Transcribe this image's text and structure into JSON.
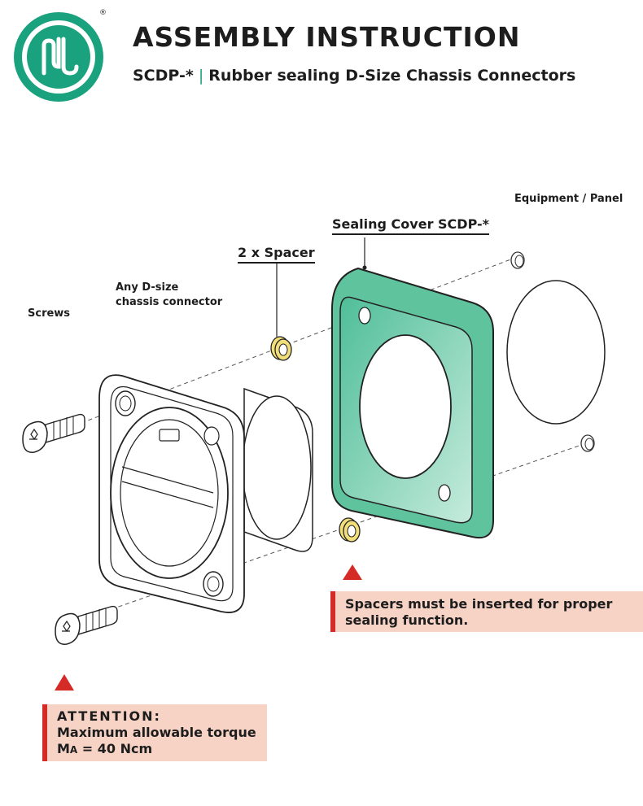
{
  "header": {
    "title": "ASSEMBLY INSTRUCTION",
    "model": "SCDP-*",
    "separator": "|",
    "product": "Rubber sealing D-Size Chassis Connectors"
  },
  "labels": {
    "equipment_panel": "Equipment / Panel",
    "sealing_cover": "Sealing Cover SCDP-*",
    "spacer": "2 x Spacer",
    "connector_line1": "Any D-size",
    "connector_line2": "chassis connector",
    "screws": "Screws"
  },
  "notes": {
    "spacer_note_line1": "Spacers must be inserted for proper",
    "spacer_note_line2": "sealing function.",
    "attention_heading": "ATTENTION:",
    "attention_line1": "Maximum allowable torque",
    "torque_symbol": "M",
    "torque_subscript": "A",
    "torque_value": " = 40 Ncm"
  },
  "colors": {
    "brand_green": "#1aa27e",
    "cover_green": "#7fd0b4",
    "warning_red": "#d52b27",
    "note_bg": "#f7d3c6",
    "spacer_yellow": "#f2df7a"
  },
  "logo": {
    "mark": "NJ",
    "registered": "®"
  }
}
